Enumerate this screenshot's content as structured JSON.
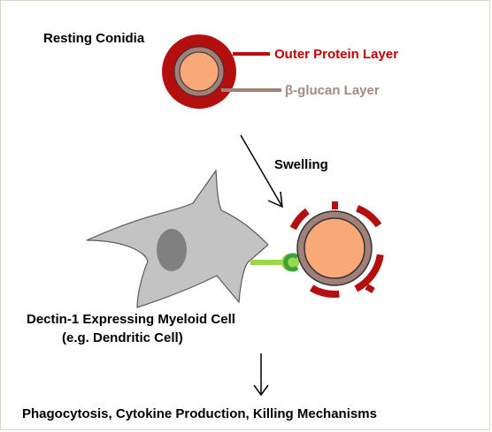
{
  "labels": {
    "resting_conidia": "Resting Conidia",
    "outer_protein_layer": "Outer Protein Layer",
    "beta_glucan_layer": "β-glucan Layer",
    "swelling": "Swelling",
    "cell_line1": "Dectin-1 Expressing Myeloid Cell",
    "cell_line2": "(e.g. Dendritic Cell)",
    "outcome": "Phagocytosis, Cytokine Production, Killing Mechanisms"
  },
  "colors": {
    "outer_protein": "#b30f0f",
    "outer_protein_label": "#c00000",
    "beta_glucan": "#a08179",
    "beta_glucan_label": "#a08c86",
    "core": "#f9a878",
    "cell_fill": "#c3c3c3",
    "cell_stroke": "#5a5a5a",
    "nucleus": "#808080",
    "dectin_stalk": "#9ad84a",
    "dectin_receptor": "#3da13d"
  }
}
